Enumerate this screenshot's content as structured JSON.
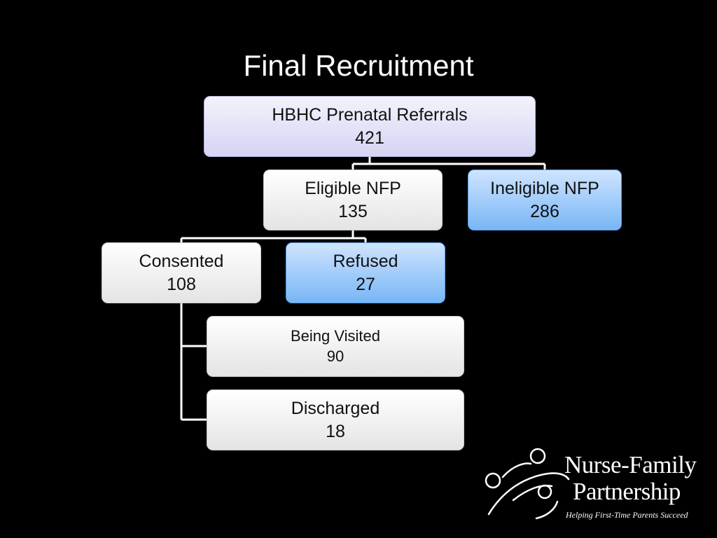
{
  "title": "Final Recruitment",
  "nodes": {
    "referrals": {
      "label": "HBHC Prenatal Referrals",
      "value": "421"
    },
    "eligible": {
      "label": "Eligible NFP",
      "value": "135"
    },
    "ineligible": {
      "label": "Ineligible NFP",
      "value": "286"
    },
    "consented": {
      "label": "Consented",
      "value": "108"
    },
    "refused": {
      "label": "Refused",
      "value": "27"
    },
    "being_visited": {
      "label": "Being Visited",
      "value": "90"
    },
    "discharged": {
      "label": "Discharged",
      "value": "18"
    }
  },
  "logo": {
    "line1": "Nurse-Family",
    "line2": "Partnership",
    "tagline": "Helping First-Time Parents Succeed"
  }
}
